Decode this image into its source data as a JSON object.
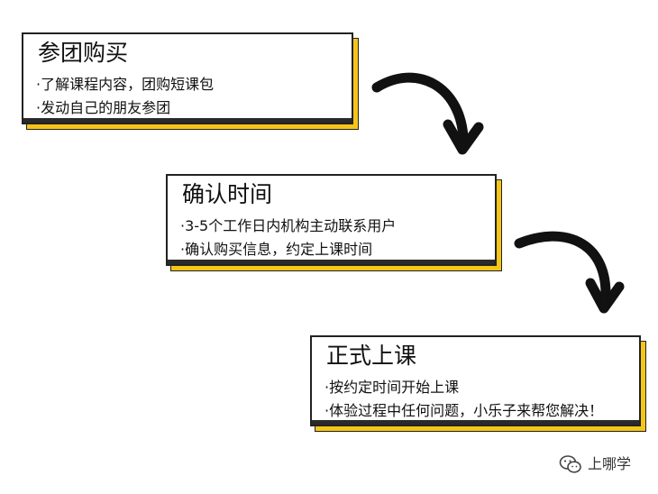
{
  "steps": [
    {
      "title": "参团购买",
      "lines": [
        "·了解课程内容，团购短课包",
        "·发动自己的朋友参团"
      ]
    },
    {
      "title": "确认时间",
      "lines": [
        "·3-5个工作日内机构主动联系用户",
        "·确认购买信息，约定上课时间"
      ]
    },
    {
      "title": "正式上课",
      "lines": [
        "·按约定时间开始上课",
        "·体验过程中任何问题，小乐子来帮您解决！"
      ]
    }
  ],
  "watermark": {
    "text": "上哪学",
    "icon": "wechat-icon"
  },
  "colors": {
    "accent": "#f5c518",
    "border": "#222222",
    "arrow": "#111111"
  }
}
